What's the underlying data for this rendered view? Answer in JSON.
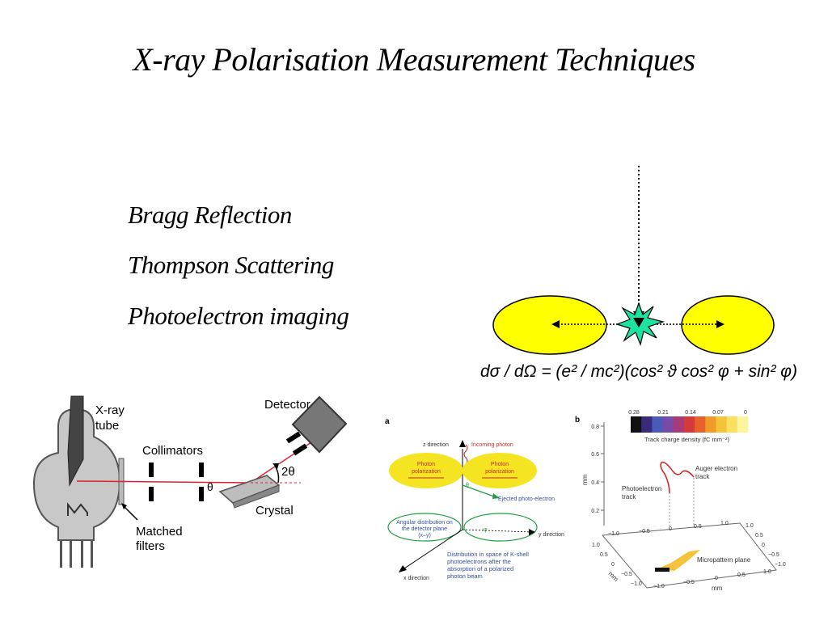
{
  "slide": {
    "title": "X-ray Polarisation Measurement Techniques",
    "bullets": [
      "Bragg Reflection",
      "Thompson Scattering",
      "Photoelectron imaging"
    ]
  },
  "formula": {
    "text": "dσ / dΩ = (e² / mc²)(cos² ϑ cos² φ + sin² φ)"
  },
  "bragg": {
    "xray_tube_line1": "X-ray",
    "xray_tube_line2": "tube",
    "collimators": "Collimators",
    "detector": "Detector",
    "two_theta": "2θ",
    "theta": "θ",
    "crystal": "Crystal",
    "filters_line1": "Matched",
    "filters_line2": "filters"
  },
  "panel_a": {
    "label": "a",
    "z_direction": "z direction",
    "incoming_photon": "Incoming photon",
    "photon_polarization_left": [
      "Photon",
      "polarization"
    ],
    "photon_polarization_right": [
      "Photon",
      "polarization"
    ],
    "ejected": "Ejected photo-electron",
    "angular_distribution": [
      "Angular distribution on",
      "the detector plane",
      "(x–y)"
    ],
    "y_direction": "y direction",
    "x_direction": "x direction",
    "distribution_text": [
      "Distribution in space of K-shell",
      "photoelectrons after the",
      "absorption of a polarized",
      "photon beam"
    ],
    "theta_sym": "θ",
    "phi_sym": "φ"
  },
  "panel_b": {
    "label": "b",
    "colorbar_ticks": [
      "0.28",
      "0.21",
      "0.14",
      "0.07",
      "0"
    ],
    "colorbar_label": "Track charge density (fC mm⁻²)",
    "colorbar_colors": [
      "#111111",
      "#3a2a7a",
      "#4a5ab8",
      "#7a4aa8",
      "#a83a7a",
      "#d43a3a",
      "#e8602a",
      "#f09a2a",
      "#f5c33a",
      "#f8e060",
      "#fbf5a0"
    ],
    "z_ticks": [
      "0.8",
      "0.6",
      "0.4",
      "0.2"
    ],
    "axis_mm": "mm",
    "auger": [
      "Auger electron",
      "track"
    ],
    "photoelectron": [
      "Photoelectron",
      "track"
    ],
    "micropattern": "Micropattern plane",
    "back_ticks": [
      "−1.0",
      "−0.5",
      "0",
      "0.5",
      "1.0"
    ],
    "right_ticks": [
      "1.0",
      "0.5",
      "0",
      "−0.5",
      "−1.0"
    ],
    "left_ticks": [
      "1.0",
      "0.5",
      "0",
      "−0.5",
      "−1.0"
    ],
    "bottom_ticks": [
      "−1.0",
      "−0.5",
      "0",
      "0.5",
      "1.0"
    ]
  },
  "colors": {
    "lobe_yellow": "#ffff00",
    "star_green": "#1de3a0",
    "beam_red": "#e02030",
    "tube_gray": "#c8c8c8"
  }
}
